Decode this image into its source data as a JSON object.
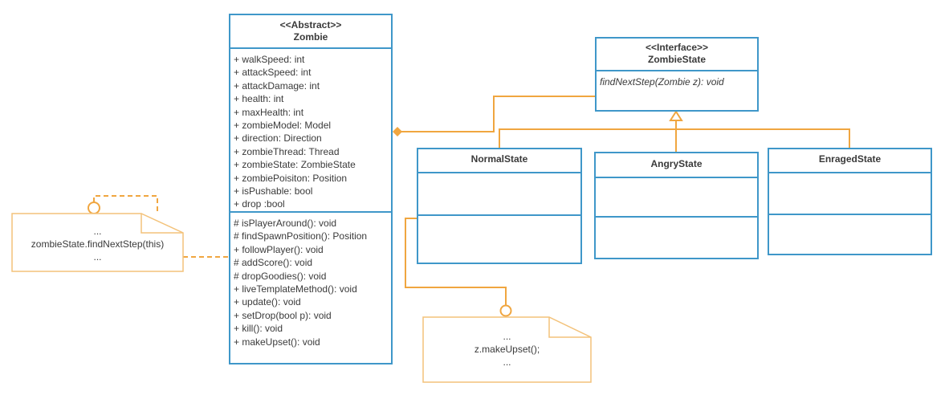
{
  "zombie": {
    "stereotype": "<<Abstract>>",
    "name": "Zombie",
    "attributes": [
      "+ walkSpeed: int",
      "+ attackSpeed: int",
      "+ attackDamage: int",
      "+ health: int",
      "+ maxHealth: int",
      "+ zombieModel: Model",
      "+ direction: Direction",
      "+ zombieThread: Thread",
      "+ zombieState: ZombieState",
      "+ zombiePoisiton: Position",
      "+ isPushable: bool",
      "+ drop :bool"
    ],
    "methods": [
      "# isPlayerAround(): void",
      "# findSpawnPosition(): Position",
      "+ followPlayer(): void",
      "# addScore(): void",
      "# dropGoodies(): void",
      "+ liveTemplateMethod(): void",
      "+ update(): void",
      "+ setDrop(bool p): void",
      "+ kill(): void",
      "+ makeUpset(): void"
    ]
  },
  "zombie_state": {
    "stereotype": "<<Interface>>",
    "name": "ZombieState",
    "operation": "findNextStep(Zombie z): void"
  },
  "states": {
    "normal": "NormalState",
    "angry": "AngryState",
    "enraged": "EnragedState"
  },
  "note_left": [
    "...",
    "zombieState.findNextStep(this)",
    "..."
  ],
  "note_bottom": [
    "...",
    "z.makeUpset();",
    "..."
  ],
  "colors": {
    "class_border": "#3f97c9",
    "relation": "#f0a640",
    "note_border": "#f3c27a"
  }
}
